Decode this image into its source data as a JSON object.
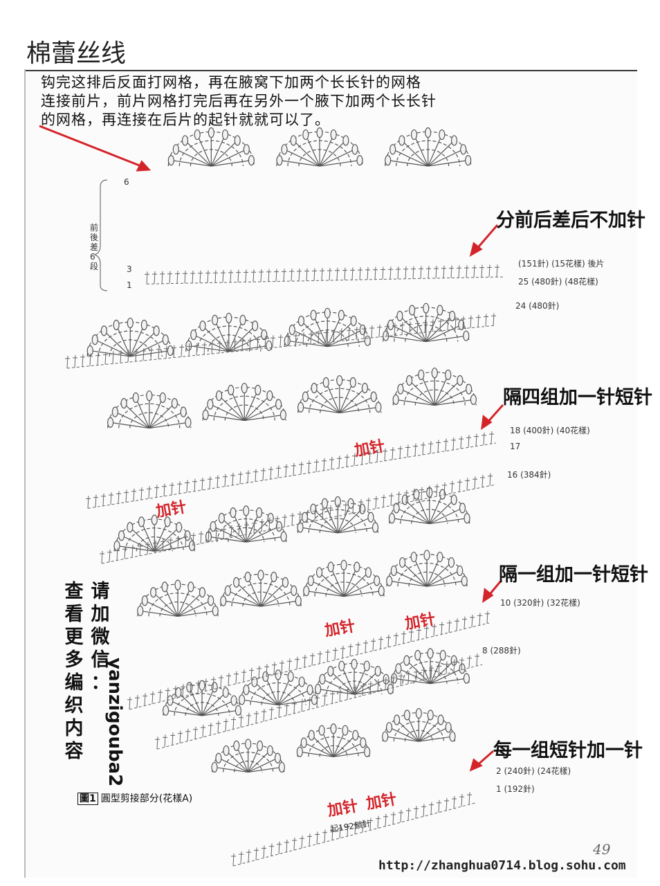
{
  "title": "棉蕾丝线",
  "instructions": [
    "钩完这排后反面打网格，再在腋窝下加两个长长针的网格",
    "连接前片，前片网格打完后再在另外一个腋下加两个长长针",
    "的网格，再连接在后片的起针就就可以了。"
  ],
  "notes": {
    "n1": "分前后差后不加针",
    "n2": "隔四组加一针短针",
    "n3": "隔一组加一针短针",
    "n4": "每一组短针加一针"
  },
  "row_labels": {
    "r6": "6",
    "r3": "3",
    "r1": "1",
    "back": "(151針) (15花樣) 後片",
    "r25": "25 (480針) (48花樣)",
    "r24": "24 (480針)",
    "r18": "18 (400針) (40花樣)",
    "r17": "17",
    "r16": "16 (384針)",
    "r10": "10 (320針) (32花樣)",
    "r8": "8 (288針)",
    "r2": "2 (240針) (24花樣)",
    "r1b": "1 (192針)"
  },
  "side_vertical": "前後差6段",
  "red_marks": [
    "加针",
    "加针",
    "加针",
    "加针",
    "加针",
    "加针"
  ],
  "side_text_a": "查看更多编织内容",
  "side_text_b": "请加微信：",
  "wechat_id": "yanzigouba2",
  "figure_caption": {
    "tag": "圖1",
    "text": "圓型剪接部分(花樣A)"
  },
  "start_label": "起192鎖針",
  "page_number": "49",
  "watermark": "http://zhanghua0714.blog.sohu.com"
}
